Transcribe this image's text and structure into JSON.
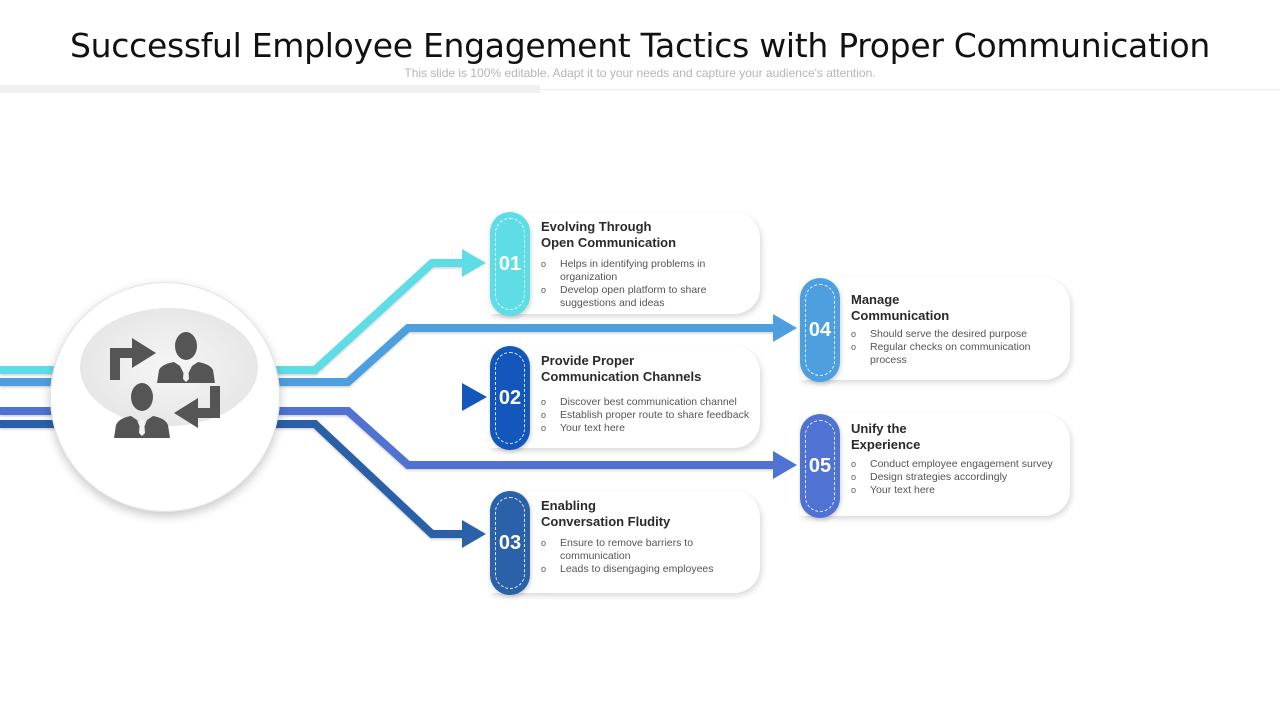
{
  "header": {
    "title": "Successful Employee Engagement Tactics with Proper Communication",
    "subtitle": "This slide is 100% editable. Adapt it to your needs and capture your audience's attention."
  },
  "colors": {
    "step1": "#5fdde6",
    "step2": "#1357bd",
    "step3": "#2a61a8",
    "step4": "#4e9fe0",
    "step5": "#4f72d3",
    "icon": "#555555"
  },
  "hub": {
    "icons": [
      "arrow-turn-right-icon",
      "person-icon",
      "person-icon",
      "arrow-turn-left-icon"
    ]
  },
  "steps": [
    {
      "number": "01",
      "title": "Evolving Through\nOpen Communication",
      "bullets": [
        "Helps in identifying problems in organization",
        "Develop open platform to share suggestions and ideas"
      ]
    },
    {
      "number": "02",
      "title": "Provide Proper\nCommunication Channels",
      "bullets": [
        "Discover best communication channel",
        "Establish proper route to share feedback",
        "Your text here"
      ]
    },
    {
      "number": "03",
      "title": "Enabling\nConversation  Fludity",
      "bullets": [
        "Ensure to remove barriers to communication",
        "Leads to disengaging employees"
      ]
    },
    {
      "number": "04",
      "title": "Manage\nCommunication",
      "bullets": [
        "Should serve the desired purpose",
        "Regular checks on communication process"
      ]
    },
    {
      "number": "05",
      "title": "Unify the\nExperience",
      "bullets": [
        "Conduct employee engagement survey",
        "Design strategies accordingly",
        "Your text here"
      ]
    }
  ]
}
